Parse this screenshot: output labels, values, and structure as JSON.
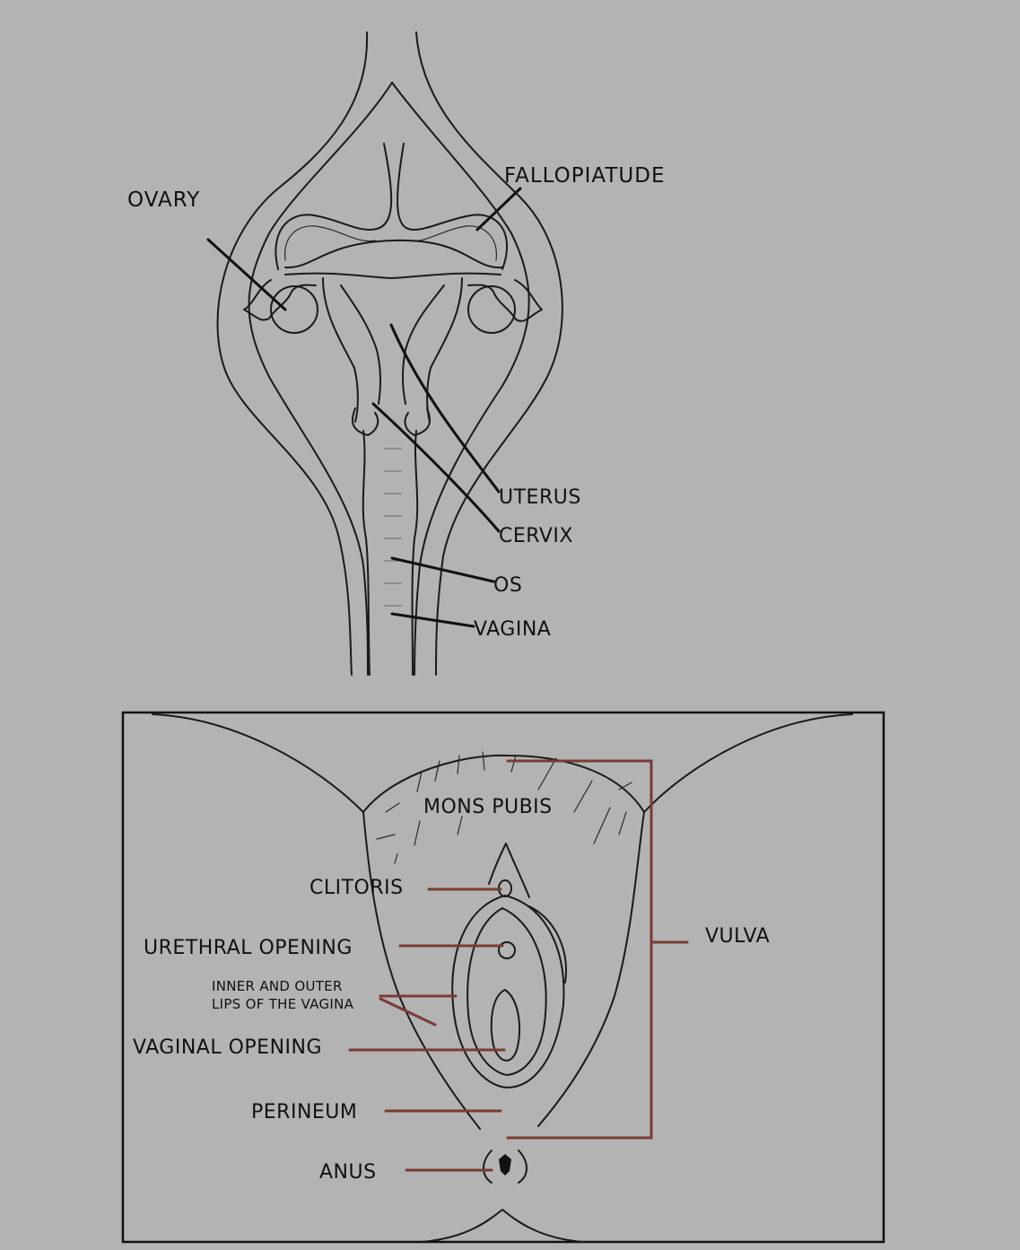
{
  "internal_diagram": {
    "labels": {
      "ovary": "OVARY",
      "fallopian": "FALLOPIATUDE",
      "uterus": "UTERUS",
      "cervix": "CERVIX",
      "os": "OS",
      "vagina": "VAGINA"
    }
  },
  "external_diagram": {
    "labels": {
      "mons_pubis": "MONS PUBIS",
      "clitoris": "CLITORIS",
      "urethral_opening": "URETHRAL OPENING",
      "lips_line1": "INNER AND OUTER",
      "lips_line2": "LIPS OF THE VAGINA",
      "vaginal_opening": "VAGINAL OPENING",
      "perineum": "PERINEUM",
      "anus": "ANUS",
      "vulva": "VULVA"
    },
    "leader_color": "#7a3b35"
  },
  "colors": {
    "background": "#b3b3b3",
    "line": "#1a1a1a"
  }
}
